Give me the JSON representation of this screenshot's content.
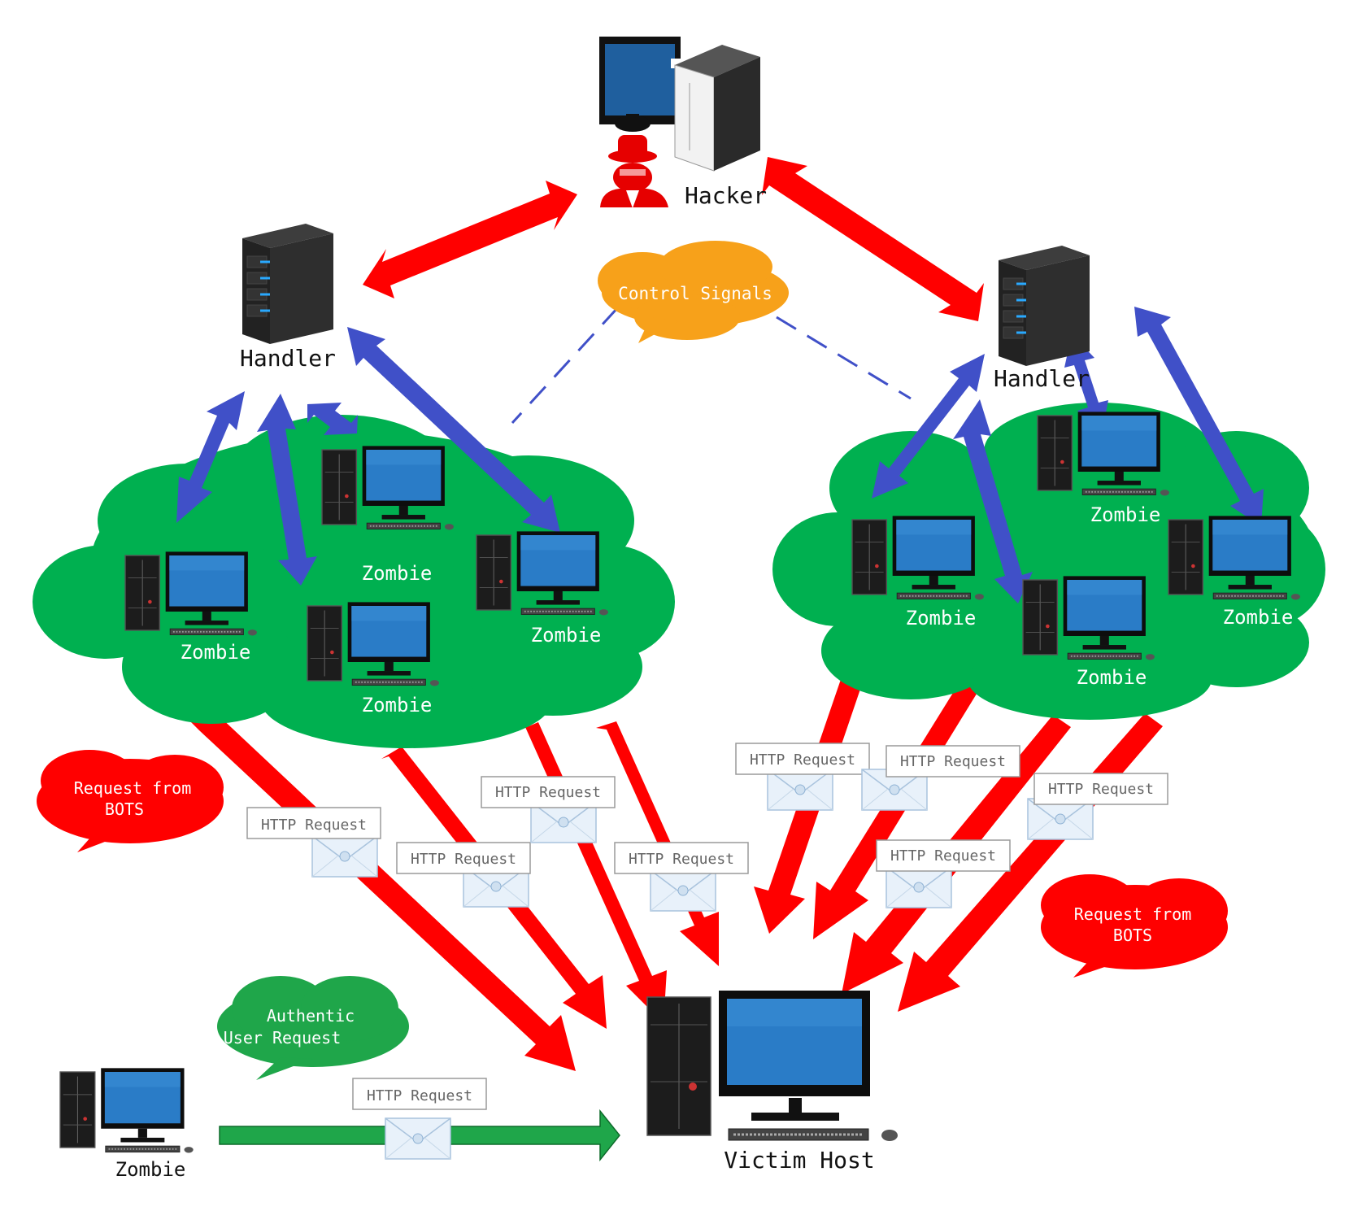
{
  "nodes": {
    "hacker_label": "Hacker",
    "handler_left_label": "Handler",
    "handler_right_label": "Handler",
    "zombie_label": "Zombie",
    "victim_label": "Victim Host"
  },
  "bubbles": {
    "control_signals": "Control Signals",
    "request_from_bots_line1": "Request from",
    "request_from_bots_line2": "BOTS",
    "authentic_line1": "Authentic",
    "authentic_line2": "User Request"
  },
  "http_request_label": "HTTP Request",
  "colors": {
    "attack_red": "#ff0000",
    "control_blue": "#4050c8",
    "cloud_green": "#00b050",
    "legit_green": "#1fa64a",
    "bubble_orange": "#f7a11a",
    "text_white": "#ffffff"
  },
  "icons": [
    "hacker-icon",
    "server-icon",
    "computer-icon",
    "envelope-icon"
  ]
}
